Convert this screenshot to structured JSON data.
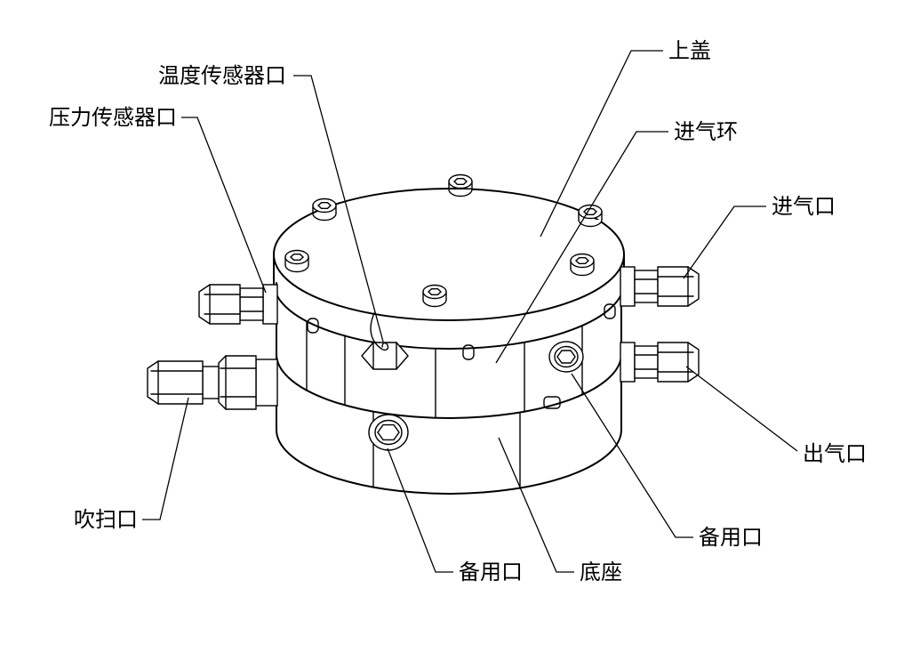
{
  "figure": {
    "background": "#ffffff",
    "line_color": "#000000"
  },
  "labels": {
    "temp_sensor_port": "温度传感器口",
    "pressure_sensor_port": "压力传感器口",
    "top_cover": "上盖",
    "intake_ring": "进气环",
    "intake_port": "进气口",
    "outlet_port": "出气口",
    "purge_port": "吹扫口",
    "spare_port_bottom": "备用口",
    "base": "底座",
    "spare_port_right": "备用口"
  }
}
